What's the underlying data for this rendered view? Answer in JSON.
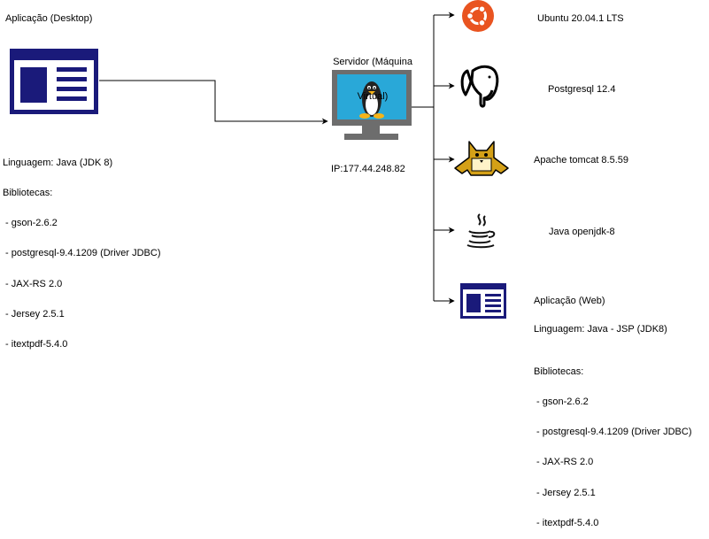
{
  "desktop": {
    "title": "Aplicação (Desktop)",
    "language": "Linguagem: Java (JDK 8)",
    "libraries_label": "Bibliotecas:",
    "libraries": [
      " - gson-2.6.2",
      " - postgresql-9.4.1209 (Driver JDBC)",
      " - JAX-RS 2.0",
      " - Jersey 2.5.1",
      " - itextpdf-5.4.0"
    ],
    "icon": "web-app-window-icon"
  },
  "server": {
    "title_line1": "Servidor (Máquina",
    "title_line2": "Virtual)",
    "ip": "IP:177.44.248.82",
    "icon": "linux-monitor-icon"
  },
  "stack": {
    "ubuntu": "Ubuntu 20.04.1 LTS",
    "postgres": "Postgresql 12.4",
    "tomcat": "Apache tomcat 8.5.59",
    "java": "Java openjdk-8",
    "web_title": "Aplicação (Web)",
    "web_language": "Linguagem: Java - JSP (JDK8)",
    "web_libraries_label": "Bibliotecas:",
    "web_libraries": [
      " - gson-2.6.2",
      " - postgresql-9.4.1209 (Driver JDBC)",
      " - JAX-RS 2.0",
      " - Jersey 2.5.1",
      " - itextpdf-5.4.0"
    ]
  },
  "colors": {
    "navy": "#1a1a7a",
    "ubuntu_orange": "#e95420",
    "monitor": "#6d6d6d",
    "screen": "#29a8d8",
    "line": "#000000"
  }
}
